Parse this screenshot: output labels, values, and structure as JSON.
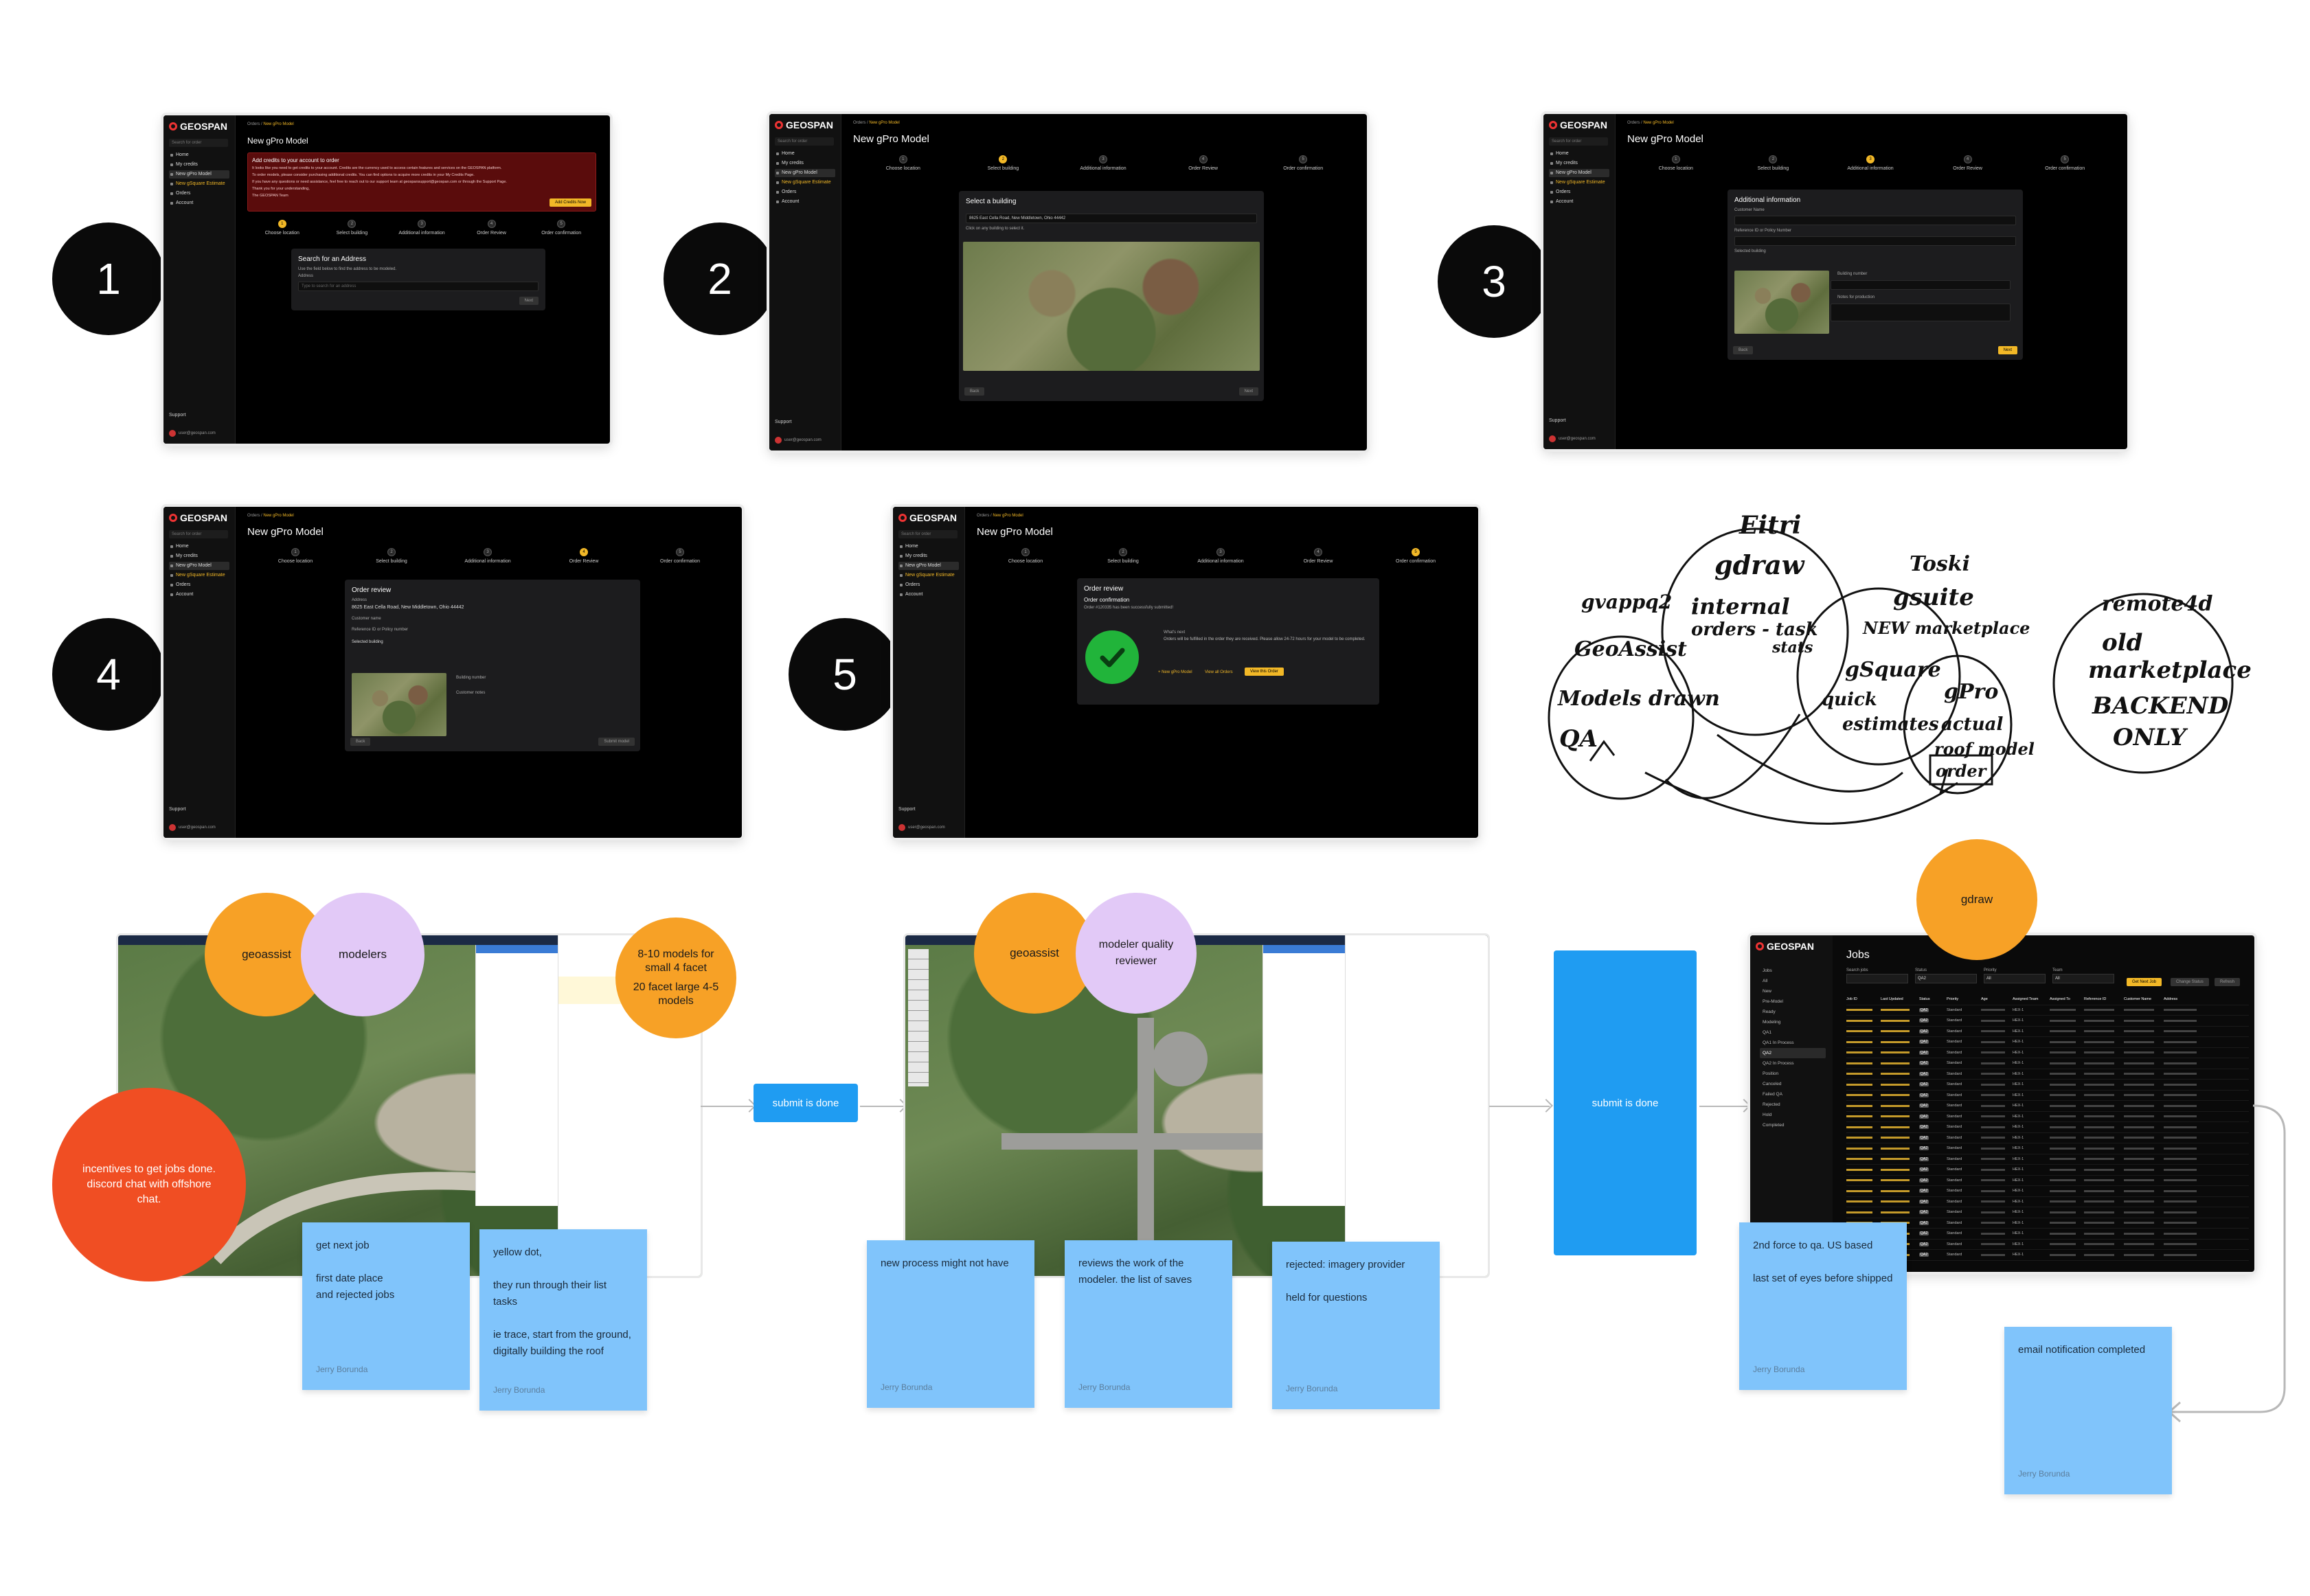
{
  "steps": [
    "1",
    "2",
    "3",
    "4",
    "5"
  ],
  "app": {
    "brand": "GEOSPAN",
    "search_placeholder": "Search for order",
    "sidebar": [
      "Home",
      "My credits",
      "New gPro Model",
      "New gSquare Estimate",
      "Orders",
      "Account"
    ],
    "support": "Support",
    "user_email": "user@geospan.com",
    "crumb_root": "Orders",
    "crumb_current": "New gPro Model",
    "page_title": "New gPro Model",
    "stepper": [
      "Choose location",
      "Select building",
      "Additional information",
      "Order Review",
      "Order confirmation"
    ],
    "back": "Back",
    "next": "Next"
  },
  "screen1": {
    "banner_title": "Add credits to your account to order",
    "banner_lines": [
      "It looks like you need to get credits to your account. Credits are the currency used to access certain features and services on the GEOSPAN platform.",
      "To order models, please consider purchasing additional credits. You can find options to acquire more credits in your My Credits Page.",
      "If you have any questions or need assistance, feel free to reach out to our support team at geospansupport@geospan.com or through the Support Page.",
      "Thank you for your understanding,",
      "The GEOSPAN Team"
    ],
    "banner_button": "Add Credits Now",
    "card_title": "Search for an Address",
    "card_hint": "Use the field below to find the address to be modeled.",
    "field_label": "Address",
    "field_placeholder": "Type to search for an address"
  },
  "screen2": {
    "card_title": "Select a building",
    "address": "8625 East Cella Road, New Middletown, Ohio 44442",
    "hint": "Click on any building to select it."
  },
  "screen3": {
    "card_title": "Additional information",
    "customer_name": "Customer Name",
    "reference_id": "Reference ID or Policy Number",
    "selected_building": "Selected building",
    "building_number": "Building number",
    "notes": "Notes for production"
  },
  "screen4": {
    "card_title": "Order review",
    "address_label": "Address",
    "address": "8625 East Cella Road, New Middletown, Ohio 44442",
    "customer_name": "Customer name",
    "reference_id": "Reference ID or Policy number",
    "selected_building": "Selected building",
    "building_number": "Building number",
    "customer_notes": "Customer notes",
    "submit": "Submit model"
  },
  "screen5": {
    "card_title": "Order review",
    "subtitle": "Order confirmation",
    "line1": "Order #120335 has been successfully submitted!",
    "line2_label": "What's next",
    "line2": "Orders will be fulfilled in the order they are received. Please allow 24-72 hours for your model to be completed.",
    "link1": "+ New gPro Model",
    "link2": "View all Orders",
    "view_button": "View this Order"
  },
  "handwriting": {
    "eitri": "Eitri",
    "gdraw": "gdraw",
    "internal": "internal",
    "orders_task": "orders - task",
    "stats": "stats",
    "gvappq2": "gvappq2",
    "geoassist": "GeoAssist",
    "models_drawn": "Models drawn",
    "qa": "QA",
    "toski": "Toski",
    "gsuite": "gsuite",
    "new_marketplace": "NEW marketplace",
    "gsquare": "gSquare",
    "quick": "quick",
    "estimates": "estimates",
    "gpro": "gPro",
    "actual": "actual",
    "roof_model": "roof model",
    "order": "order",
    "remote4d": "remote4d",
    "old": "old",
    "marketplace": "marketplace",
    "backend": "BACKEND",
    "only": "ONLY"
  },
  "bottom": {
    "bubble_geoassist_1": "geoassist",
    "bubble_modelers": "modelers",
    "bubble_models_a": "8-10 models for small 4 facet",
    "bubble_models_b": "20 facet large 4-5 models",
    "bubble_incentives": "incentives to get jobs done. discord chat with offshore chat.",
    "submit_done_1": "submit is done",
    "bubble_geoassist_2": "geoassist",
    "bubble_reviewer": "modeler quality reviewer",
    "submit_done_2": "submit is done",
    "bubble_gdraw": "gdraw",
    "sticky_1_lines": [
      "get next job",
      "first date place",
      "and rejected jobs"
    ],
    "sticky_2_lines": [
      "yellow dot,",
      "they run through their list tasks",
      "ie trace, start from the ground, digitally building the roof"
    ],
    "sticky_3_lines": [
      "new process might not have"
    ],
    "sticky_4_lines": [
      "reviews the work of the modeler. the list of saves"
    ],
    "sticky_5_lines": [
      "rejected: imagery provider",
      "held for questions"
    ],
    "sticky_6_lines": [
      "2nd force to qa. US based",
      "last set of eyes before shipped"
    ],
    "sticky_7_lines": [
      "email notification completed"
    ],
    "author": "Jerry Borunda"
  },
  "jobs": {
    "title": "Jobs",
    "filters": [
      "Search jobs",
      "Status",
      "Priority",
      "Team"
    ],
    "filter_values": [
      "",
      "QA2",
      "All",
      "All"
    ],
    "buttons": [
      "Get Next Job",
      "Change Status",
      "Refresh"
    ],
    "sidebar": [
      "Jobs",
      "All",
      "New",
      "Pre-Model",
      "Ready",
      "Modeling",
      "QA1",
      "QA1 In Process",
      "QA2",
      "QA2 In Process",
      "Position",
      "Canceled",
      "Failed QA",
      "Rejected",
      "Hold",
      "Completed"
    ],
    "columns": [
      "Job ID",
      "Last Updated",
      "Status",
      "Priority",
      "Age",
      "Assigned Team",
      "Assigned To",
      "Reference ID",
      "Customer Name",
      "Address"
    ],
    "row_status": "QA2",
    "row_priority": "Standard",
    "row_team": "HEX-1"
  },
  "colors": {
    "accent": "#f2b827",
    "bubble_orange": "#f7a126",
    "bubble_lilac": "#e2c9f7",
    "bubble_red": "#f04e23",
    "sticky_blue": "#80c4fb",
    "button_blue": "#1f9cf2"
  }
}
